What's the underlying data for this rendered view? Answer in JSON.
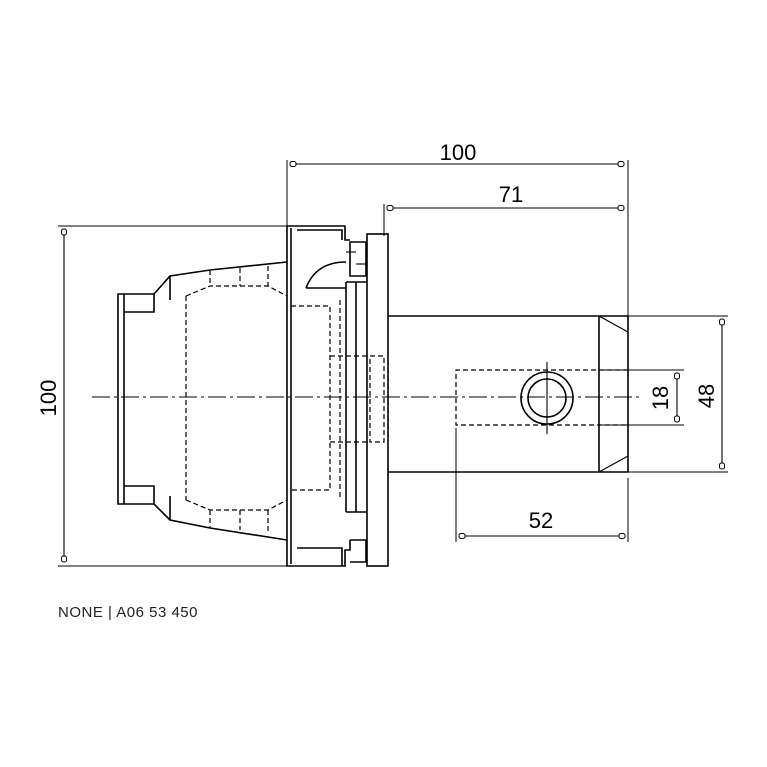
{
  "dimensions": {
    "overall_length": "100",
    "shank_length": "71",
    "flange_diameter": "100",
    "bore_diameter": "18",
    "body_diameter": "48",
    "bore_depth": "52"
  },
  "note": "NONE | A06 53 450"
}
